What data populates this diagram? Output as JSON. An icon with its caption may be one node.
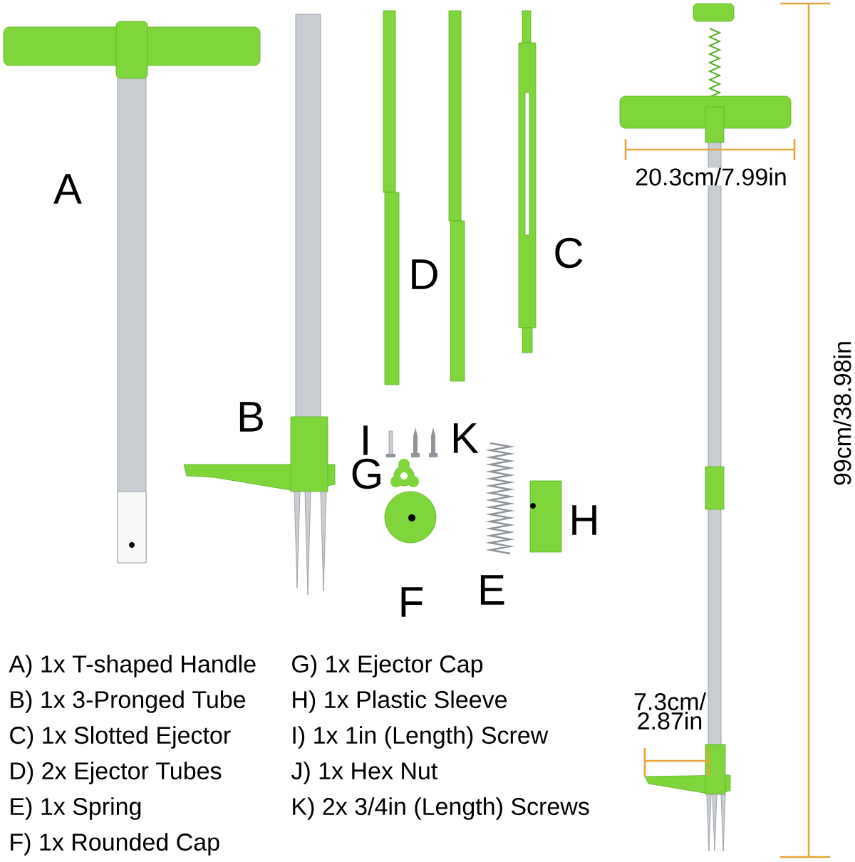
{
  "diagram": {
    "labels": [
      "A",
      "20.3cm/7.99in",
      "C",
      "D",
      "99cm/38.98in",
      "B",
      "I",
      "K",
      "G",
      "H",
      "E",
      "F",
      "7.3cm/ 2.87in",
      "A) 1x T-shaped Handle",
      "B) 1x 3-Pronged Tube",
      "C) 1x Slotted Ejector",
      "D) 2x Ejector Tubes",
      "E) 1x Spring",
      "F) 1x Rounded Cap",
      "G) 1x Ejector Cap",
      "H) 1x Plastic Sleeve",
      "I) 1x 1in (Length) Screw",
      "J) 1x Hex Nut",
      "K) 2x 3/4in (Length) Screws"
    ]
  }
}
